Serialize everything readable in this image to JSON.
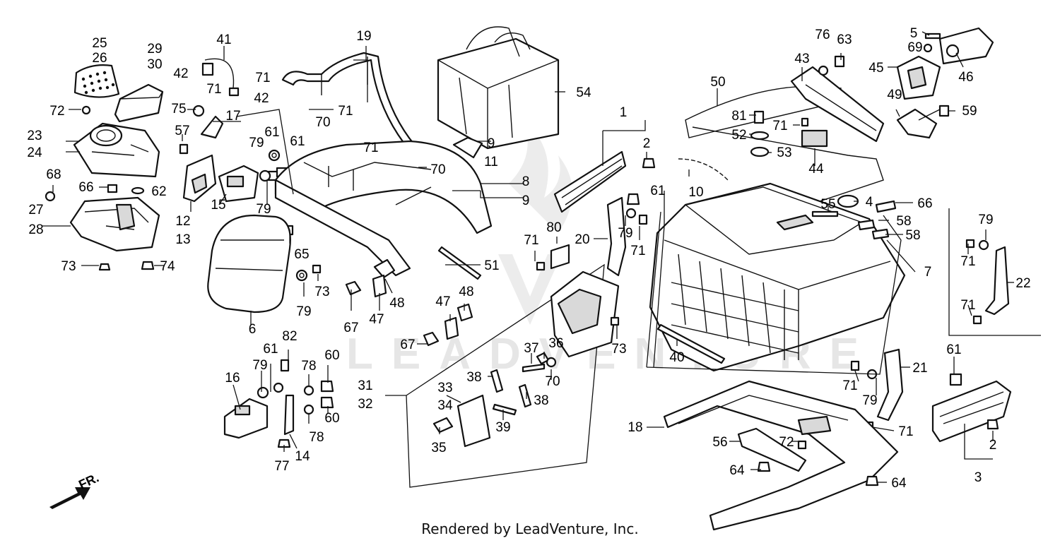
{
  "diagram": {
    "watermark": "LEADVENTURE",
    "front_indicator": "FR.",
    "footer": "Rendered by LeadVenture, Inc.",
    "callouts": [
      {
        "id": "c25",
        "text": "25"
      },
      {
        "id": "c26",
        "text": "26"
      },
      {
        "id": "c29",
        "text": "29"
      },
      {
        "id": "c30",
        "text": "30"
      },
      {
        "id": "c41",
        "text": "41"
      },
      {
        "id": "c42a",
        "text": "42"
      },
      {
        "id": "c71a",
        "text": "71"
      },
      {
        "id": "c71b",
        "text": "71"
      },
      {
        "id": "c42b",
        "text": "42"
      },
      {
        "id": "c19",
        "text": "19"
      },
      {
        "id": "c72a",
        "text": "72"
      },
      {
        "id": "c75",
        "text": "75"
      },
      {
        "id": "c17",
        "text": "17"
      },
      {
        "id": "c70a",
        "text": "70"
      },
      {
        "id": "c71c",
        "text": "71"
      },
      {
        "id": "c54",
        "text": "54"
      },
      {
        "id": "c23",
        "text": "23"
      },
      {
        "id": "c24",
        "text": "24"
      },
      {
        "id": "c57",
        "text": "57"
      },
      {
        "id": "c79a",
        "text": "79"
      },
      {
        "id": "c61a",
        "text": "61"
      },
      {
        "id": "c61b",
        "text": "61"
      },
      {
        "id": "c71d",
        "text": "71"
      },
      {
        "id": "c70b",
        "text": "70"
      },
      {
        "id": "c9a",
        "text": "9"
      },
      {
        "id": "c11",
        "text": "11"
      },
      {
        "id": "c68",
        "text": "68"
      },
      {
        "id": "c66a",
        "text": "66"
      },
      {
        "id": "c62",
        "text": "62"
      },
      {
        "id": "c27",
        "text": "27"
      },
      {
        "id": "c28",
        "text": "28"
      },
      {
        "id": "c12",
        "text": "12"
      },
      {
        "id": "c13",
        "text": "13"
      },
      {
        "id": "c15",
        "text": "15"
      },
      {
        "id": "c79b",
        "text": "79"
      },
      {
        "id": "c8",
        "text": "8"
      },
      {
        "id": "c9b",
        "text": "9"
      },
      {
        "id": "c73a",
        "text": "73"
      },
      {
        "id": "c74",
        "text": "74"
      },
      {
        "id": "c65",
        "text": "65"
      },
      {
        "id": "c73b",
        "text": "73"
      },
      {
        "id": "c79c",
        "text": "79"
      },
      {
        "id": "c6",
        "text": "6"
      },
      {
        "id": "c51",
        "text": "51"
      },
      {
        "id": "c67a",
        "text": "67"
      },
      {
        "id": "c47a",
        "text": "47"
      },
      {
        "id": "c48a",
        "text": "48"
      },
      {
        "id": "c47b",
        "text": "47"
      },
      {
        "id": "c48b",
        "text": "48"
      },
      {
        "id": "c67b",
        "text": "67"
      },
      {
        "id": "c82",
        "text": "82"
      },
      {
        "id": "c61c",
        "text": "61"
      },
      {
        "id": "c79d",
        "text": "79"
      },
      {
        "id": "c16",
        "text": "16"
      },
      {
        "id": "c78a",
        "text": "78"
      },
      {
        "id": "c60a",
        "text": "60"
      },
      {
        "id": "c60b",
        "text": "60"
      },
      {
        "id": "c78b",
        "text": "78"
      },
      {
        "id": "c77",
        "text": "77"
      },
      {
        "id": "c14",
        "text": "14"
      },
      {
        "id": "c1",
        "text": "1"
      },
      {
        "id": "c2a",
        "text": "2"
      },
      {
        "id": "c61d",
        "text": "61"
      },
      {
        "id": "c10",
        "text": "10"
      },
      {
        "id": "c20",
        "text": "20"
      },
      {
        "id": "c79e",
        "text": "79"
      },
      {
        "id": "c71e",
        "text": "71"
      },
      {
        "id": "c71f",
        "text": "71"
      },
      {
        "id": "c80",
        "text": "80"
      },
      {
        "id": "c73c",
        "text": "73"
      },
      {
        "id": "c37",
        "text": "37"
      },
      {
        "id": "c36",
        "text": "36"
      },
      {
        "id": "c38a",
        "text": "38"
      },
      {
        "id": "c70c",
        "text": "70"
      },
      {
        "id": "c31",
        "text": "31"
      },
      {
        "id": "c32",
        "text": "32"
      },
      {
        "id": "c33",
        "text": "33"
      },
      {
        "id": "c34",
        "text": "34"
      },
      {
        "id": "c38b",
        "text": "38"
      },
      {
        "id": "c39",
        "text": "39"
      },
      {
        "id": "c35",
        "text": "35"
      },
      {
        "id": "c50",
        "text": "50"
      },
      {
        "id": "c43",
        "text": "43"
      },
      {
        "id": "c76",
        "text": "76"
      },
      {
        "id": "c63",
        "text": "63"
      },
      {
        "id": "c5",
        "text": "5"
      },
      {
        "id": "c69",
        "text": "69"
      },
      {
        "id": "c45",
        "text": "45"
      },
      {
        "id": "c46",
        "text": "46"
      },
      {
        "id": "c81",
        "text": "81"
      },
      {
        "id": "c71g",
        "text": "71"
      },
      {
        "id": "c52",
        "text": "52"
      },
      {
        "id": "c53",
        "text": "53"
      },
      {
        "id": "c44",
        "text": "44"
      },
      {
        "id": "c49",
        "text": "49"
      },
      {
        "id": "c59",
        "text": "59"
      },
      {
        "id": "c4",
        "text": "4"
      },
      {
        "id": "c66b",
        "text": "66"
      },
      {
        "id": "c55",
        "text": "55"
      },
      {
        "id": "c58a",
        "text": "58"
      },
      {
        "id": "c58b",
        "text": "58"
      },
      {
        "id": "c7",
        "text": "7"
      },
      {
        "id": "c79f",
        "text": "79"
      },
      {
        "id": "c71h",
        "text": "71"
      },
      {
        "id": "c22",
        "text": "22"
      },
      {
        "id": "c71i",
        "text": "71"
      },
      {
        "id": "c40",
        "text": "40"
      },
      {
        "id": "c61e",
        "text": "61"
      },
      {
        "id": "c21",
        "text": "21"
      },
      {
        "id": "c71j",
        "text": "71"
      },
      {
        "id": "c79g",
        "text": "79"
      },
      {
        "id": "c18",
        "text": "18"
      },
      {
        "id": "c56",
        "text": "56"
      },
      {
        "id": "c72b",
        "text": "72"
      },
      {
        "id": "c71k",
        "text": "71"
      },
      {
        "id": "c2b",
        "text": "2"
      },
      {
        "id": "c3",
        "text": "3"
      },
      {
        "id": "c64a",
        "text": "64"
      },
      {
        "id": "c64b",
        "text": "64"
      }
    ]
  }
}
